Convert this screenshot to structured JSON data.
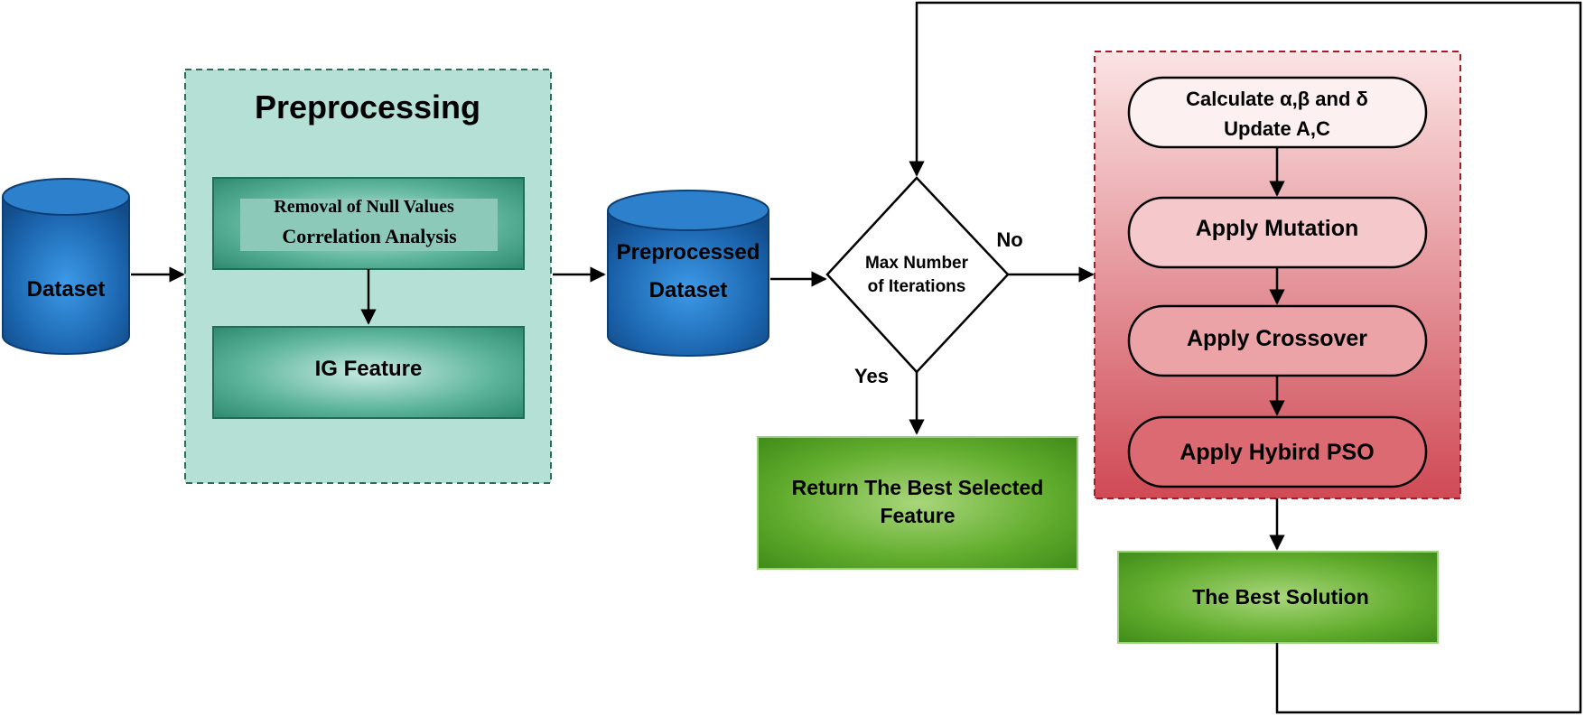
{
  "dataset": {
    "label": "Dataset"
  },
  "preprocessing": {
    "title": "Preprocessing",
    "step1_line1": "Removal of Null Values",
    "step1_line2": "Correlation Analysis",
    "step2": "IG Feature"
  },
  "preprocessed_dataset": {
    "line1": "Preprocessed",
    "line2": "Dataset"
  },
  "decision": {
    "line1": "Max Number",
    "line2": "of Iterations",
    "no_label": "No",
    "yes_label": "Yes"
  },
  "return_box": {
    "line1": "Return The Best Selected",
    "line2": "Feature"
  },
  "optimizer": {
    "calc_line1": "Calculate α,β and  δ",
    "calc_line2": "Update  A,C",
    "mutation": "Apply Mutation",
    "crossover": "Apply Crossover",
    "hybrid_pso": "Apply Hybird PSO"
  },
  "best_solution": {
    "label": "The Best Solution"
  },
  "colors": {
    "preprocess_panel": "#b5e0d6",
    "teal_box": "#3a9a7e",
    "cylinder_blue": "#1f6fb8",
    "green_box": "#5aa62a",
    "red_panel": "#d9535e"
  }
}
